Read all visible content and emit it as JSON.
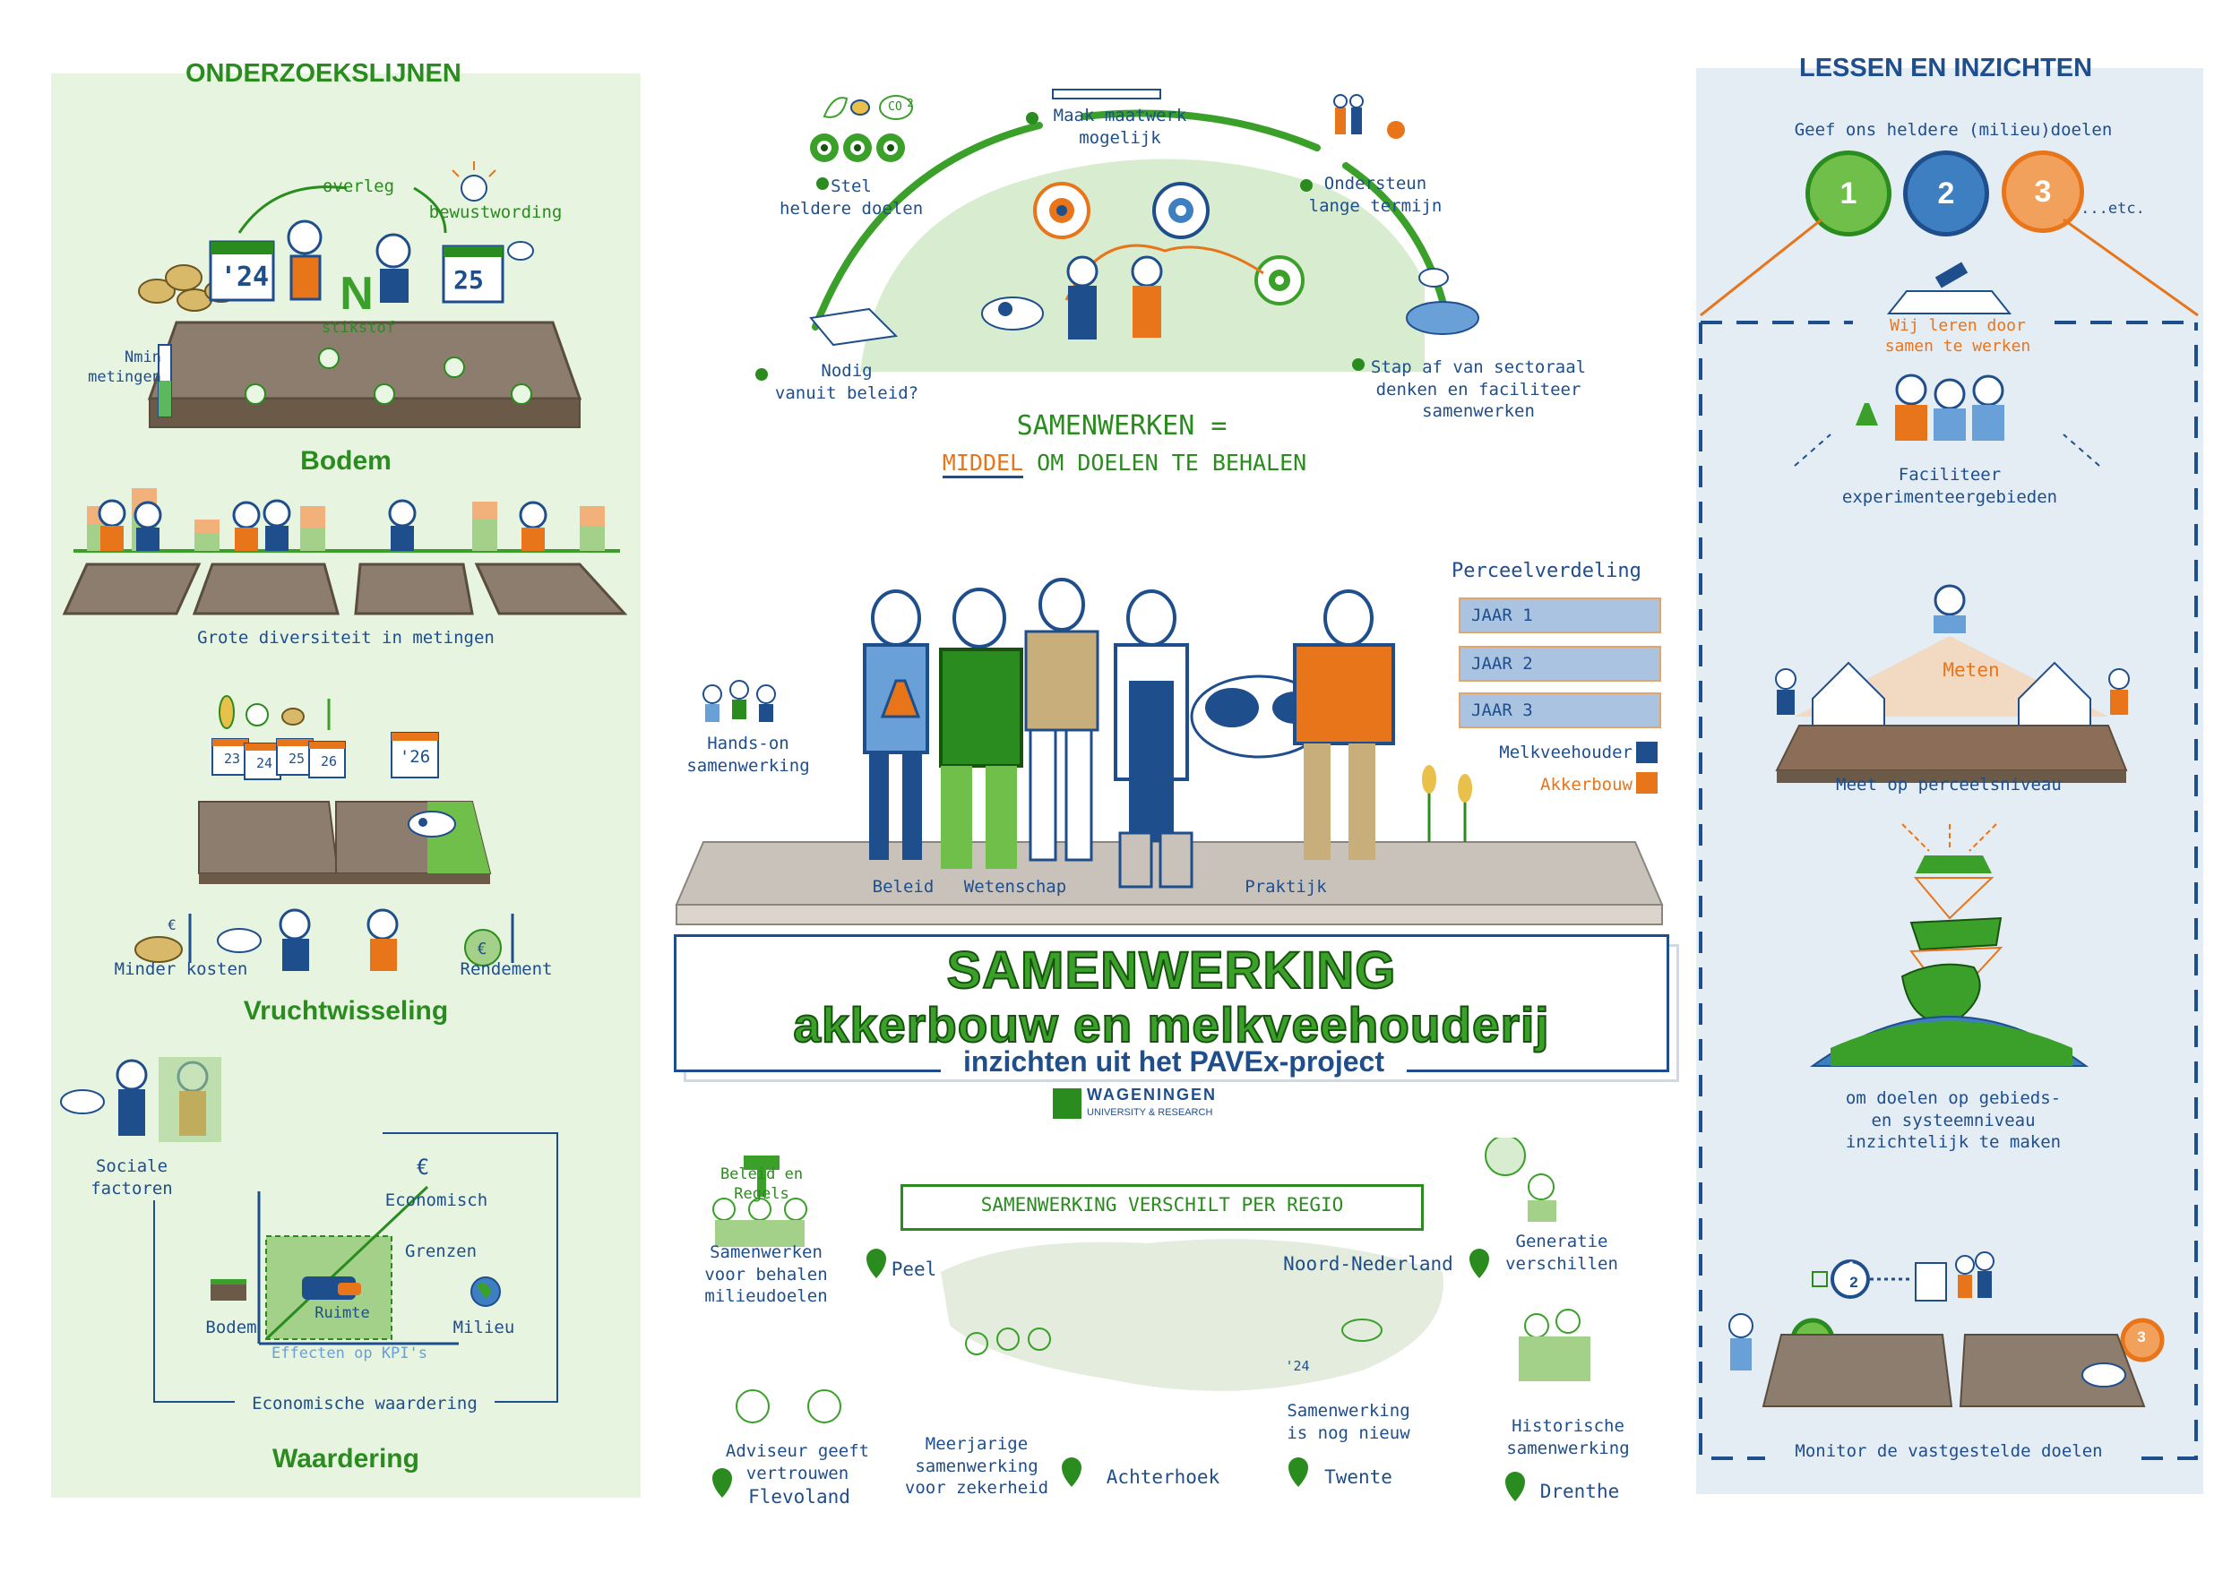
{
  "left": {
    "heading": "ONDERZOEKSLIJNEN",
    "bodem": {
      "overleg": "overleg",
      "bewustwording": "bewustwording",
      "year_a": "'24",
      "year_b": "25",
      "n_letter": "N",
      "stikstof": "stikstof",
      "nmin": "Nmin\nmetingen",
      "title": "Bodem"
    },
    "diversiteit": "Grote diversiteit in metingen",
    "vrucht": {
      "years": [
        "23",
        "24",
        "25",
        "26"
      ],
      "year_26": "'26",
      "minder_kosten": "Minder kosten",
      "rendement": "Rendement",
      "euro": "€",
      "title": "Vruchtwisseling"
    },
    "waardering": {
      "sociale": "Sociale\nfactoren",
      "economisch": "Economisch",
      "grenzen": "Grenzen",
      "ruimte": "Ruimte",
      "bodem": "Bodem",
      "milieu": "Milieu",
      "effecten": "Effecten op KPI's",
      "economische_waardering": "Economische waardering",
      "euro": "€",
      "title": "Waardering"
    }
  },
  "center": {
    "arc": {
      "stel": "Stel\nheldere doelen",
      "maak": "Maak maatwerk\nmogelijk",
      "ondersteun": "Ondersteun\nlange termijn",
      "nodig": "Nodig\nvanuit beleid?",
      "stap": "Stap af van sectoraal\ndenken en faciliteer\nsamenwerken",
      "co2": "CO",
      "co2_sub": "2"
    },
    "samenwerken_line1": "SAMENWERKEN =",
    "middel": "MIDDEL",
    "samenwerken_rest": "OM DOELEN TE BEHALEN",
    "hands_on": "Hands-on\nsamenwerking",
    "perceel": {
      "title": "Perceelverdeling",
      "years": [
        "JAAR 1",
        "JAAR 2",
        "JAAR 3"
      ],
      "melkveehouder": "Melkveehouder",
      "akkerbouw": "Akkerbouw",
      "color_melk": "#1f4e8c",
      "color_akker": "#e8751a"
    },
    "platform": {
      "beleid": "Beleid",
      "wetenschap": "Wetenschap",
      "praktijk": "Praktijk"
    },
    "title": {
      "line1": "SAMENWERKING",
      "line2": "akkerbouw en melkveehouderij",
      "line3": "inzichten uit het PAVEx-project"
    },
    "wur": {
      "name": "WAGENINGEN",
      "sub": "UNIVERSITY & RESEARCH"
    },
    "region_title": "SAMENWERKING VERSCHILT PER REGIO",
    "regions": {
      "beleid_regels": "Beleid en Regels",
      "samenwerken_milieu": "Samenwerken\nvoor behalen\nmilieudoelen",
      "peel": "Peel",
      "noord": "Noord-Nederland",
      "generatie": "Generatie\nverschillen",
      "adviseur": "Adviseur geeft\nvertrouwen",
      "flevoland": "Flevoland",
      "meerjarige": "Meerjarige\nsamenwerking\nvoor zekerheid",
      "achterhoek": "Achterhoek",
      "nog_nieuw": "Samenwerking\nis nog nieuw",
      "twente": "Twente",
      "historische": "Historische\nsamenwerking",
      "drenthe": "Drenthe",
      "year_24": "'24"
    }
  },
  "right": {
    "heading": "LESSEN EN INZICHTEN",
    "doelen": "Geef ons heldere (milieu)doelen",
    "numbers": [
      "1",
      "2",
      "3"
    ],
    "etc": "...etc.",
    "wij_leren": "Wij leren door\nsamen te werken",
    "faciliteer": "Faciliteer\nexperimenteergebieden",
    "meten": "Meten",
    "meet_op": "Meet op perceelsniveau",
    "om_doelen": "om doelen op gebieds-\nen systeemniveau\ninzichtelijk te maken",
    "monitor": "Monitor de vastgestelde doelen"
  }
}
